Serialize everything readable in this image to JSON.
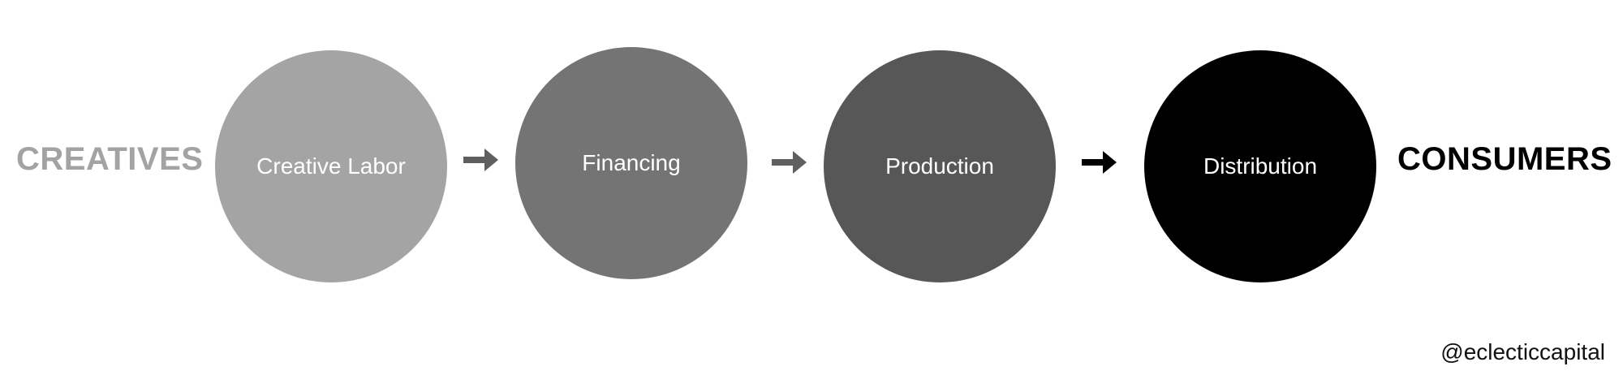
{
  "left_label": {
    "text": "CREATIVES",
    "color": "#a3a3a3"
  },
  "right_label": {
    "text": "CONSUMERS",
    "color": "#000000"
  },
  "stages": [
    {
      "label": "Creative Labor",
      "color": "#a4a4a4"
    },
    {
      "label": "Financing",
      "color": "#747474"
    },
    {
      "label": "Production",
      "color": "#575757"
    },
    {
      "label": "Distribution",
      "color": "#000000"
    }
  ],
  "arrows": [
    {
      "icon": "right-arrow-icon",
      "color": "#5f5f5f"
    },
    {
      "icon": "right-arrow-icon",
      "color": "#5f5f5f"
    },
    {
      "icon": "right-arrow-icon",
      "color": "#000000"
    }
  ],
  "handle": "@eclecticcapital"
}
